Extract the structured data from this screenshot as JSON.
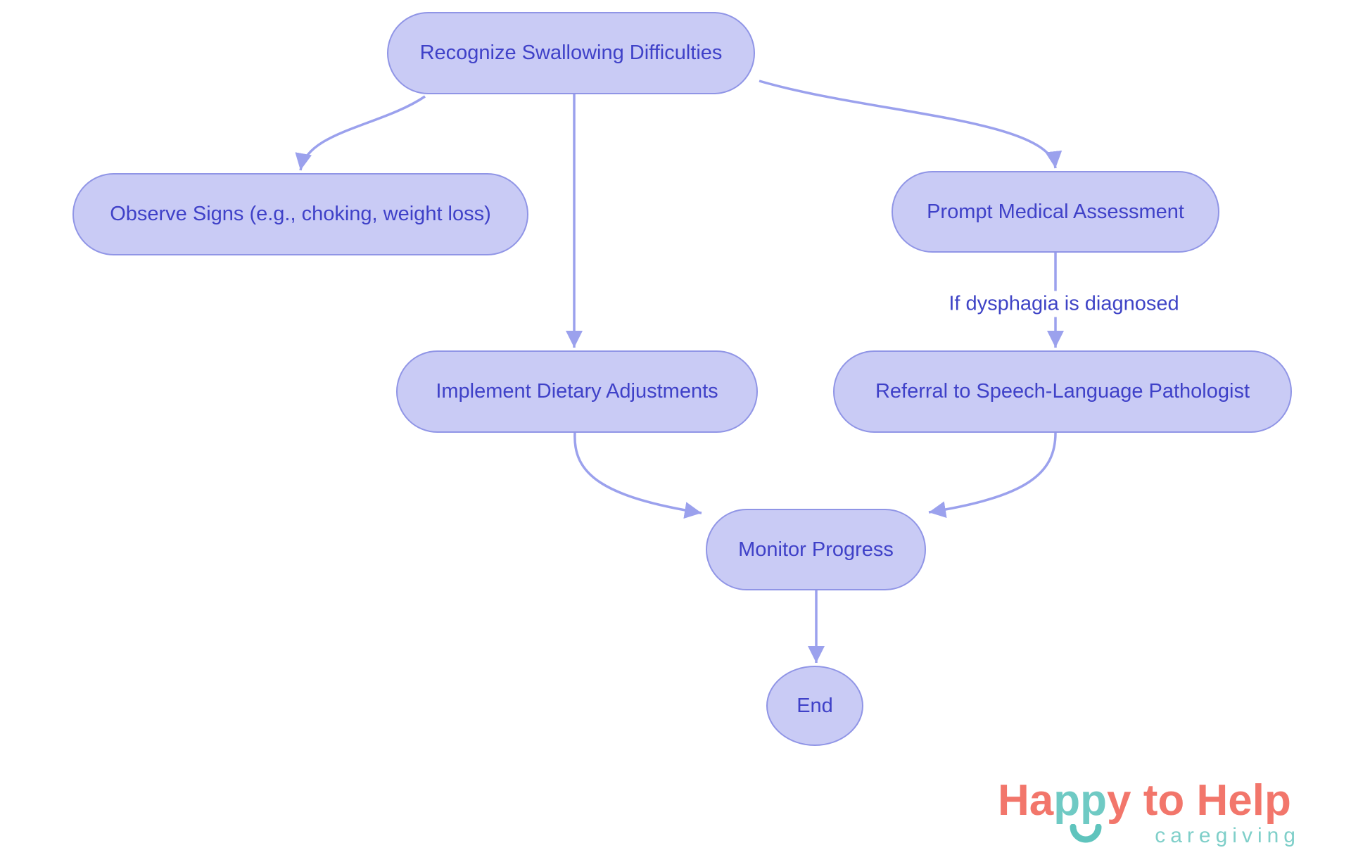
{
  "diagram": {
    "type": "flowchart",
    "background": "#ffffff",
    "colors": {
      "node_fill": "#c9cbf5",
      "node_border": "#9095e6",
      "node_text": "#3f41c8",
      "edge": "#9ba1ed",
      "edge_label_text": "#3f44c6"
    },
    "nodes": [
      {
        "id": "recognize",
        "label": "Recognize Swallowing Difficulties",
        "shape": "stadium"
      },
      {
        "id": "observe",
        "label": "Observe Signs (e.g., choking, weight loss)",
        "shape": "stadium"
      },
      {
        "id": "prompt",
        "label": "Prompt Medical Assessment",
        "shape": "stadium"
      },
      {
        "id": "implement",
        "label": "Implement Dietary Adjustments",
        "shape": "stadium"
      },
      {
        "id": "referral",
        "label": "Referral to Speech-Language Pathologist",
        "shape": "stadium"
      },
      {
        "id": "monitor",
        "label": "Monitor Progress",
        "shape": "stadium"
      },
      {
        "id": "end",
        "label": "End",
        "shape": "circle"
      }
    ],
    "edges": [
      {
        "from": "recognize",
        "to": "observe",
        "label": ""
      },
      {
        "from": "recognize",
        "to": "implement",
        "label": ""
      },
      {
        "from": "recognize",
        "to": "prompt",
        "label": ""
      },
      {
        "from": "prompt",
        "to": "referral",
        "label": "If dysphagia is diagnosed"
      },
      {
        "from": "implement",
        "to": "monitor",
        "label": ""
      },
      {
        "from": "referral",
        "to": "monitor",
        "label": ""
      },
      {
        "from": "monitor",
        "to": "end",
        "label": ""
      }
    ]
  },
  "logo": {
    "brand_part1": "Ha",
    "brand_part2": "pp",
    "brand_part3": "y to Help",
    "tagline": "caregiving",
    "colors": {
      "coral": "#f2766b",
      "teal": "#6fcac4",
      "tagline_teal": "#7fcfc9",
      "smile_teal": "#5fc4bd"
    }
  }
}
